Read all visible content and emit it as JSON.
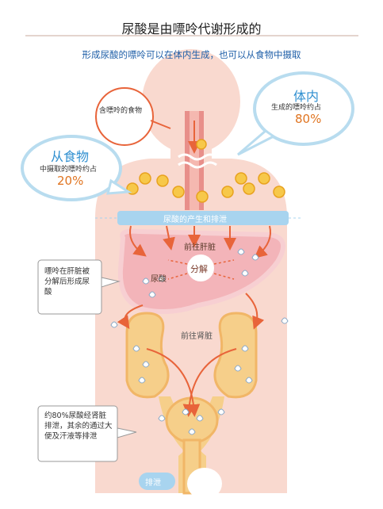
{
  "title": "尿酸是由嘌呤代谢形成的",
  "subtitle": "形成尿酸的嘌呤可以在体内生成，也可以从食物中摄取",
  "food_bubble": {
    "label": "含嘌呤的食物"
  },
  "from_food": {
    "title": "从食物",
    "desc": "中摄取的嘌呤约占",
    "percent": "20%"
  },
  "in_body": {
    "title": "体内",
    "desc": "生成的嘌呤约占",
    "percent": "80%"
  },
  "band_label": "尿酸的产生和排泄",
  "liver": {
    "to_label": "前往肝脏",
    "decompose": "分解",
    "uric": "尿酸"
  },
  "kidney_label": "前往肾脏",
  "note_liver": "嘌呤在肝脏被分解后形成尿酸",
  "note_kidney": "约80%尿酸经肾脏排泄，其余的通过大便及汗液等排泄",
  "excrete_label": "排泄",
  "colors": {
    "skin": "#f9d9cf",
    "band": "#a8d4ef",
    "liver": "#f3b4b9",
    "kidney": "#f6cf8a",
    "arrow": "#e8643a",
    "blue_text": "#2f8fd0",
    "orange_text": "#e07420"
  }
}
